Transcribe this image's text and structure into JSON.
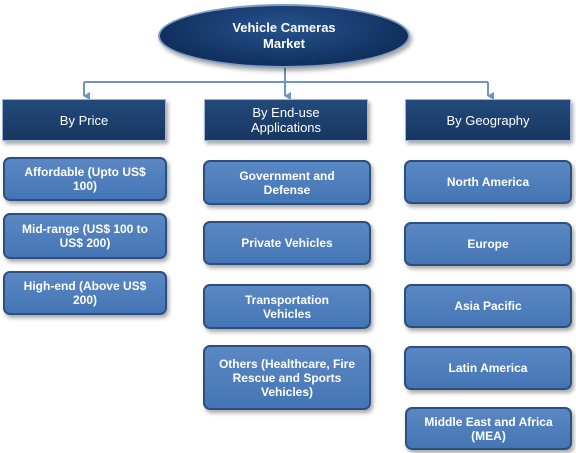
{
  "root": {
    "title": "Vehicle Cameras Market"
  },
  "categories": [
    {
      "label": "By Price",
      "items": [
        "Affordable (Upto US$ 100)",
        "Mid-range (US$ 100 to US$ 200)",
        "High-end (Above US$ 200)"
      ]
    },
    {
      "label": "By End-use Applications",
      "items": [
        "Government and Defense",
        "Private Vehicles",
        "Transportation Vehicles",
        "Others (Healthcare, Fire Rescue and Sports Vehicles)"
      ]
    },
    {
      "label": "By Geography",
      "items": [
        "North America",
        "Europe",
        "Asia Pacific",
        "Latin America",
        "Middle East and Africa (MEA)"
      ]
    }
  ],
  "colors": {
    "connector": "#6f93c4",
    "root_fill": "#10315f",
    "category_fill": "#1e4270",
    "leaf_fill": "#4f7fbe"
  }
}
